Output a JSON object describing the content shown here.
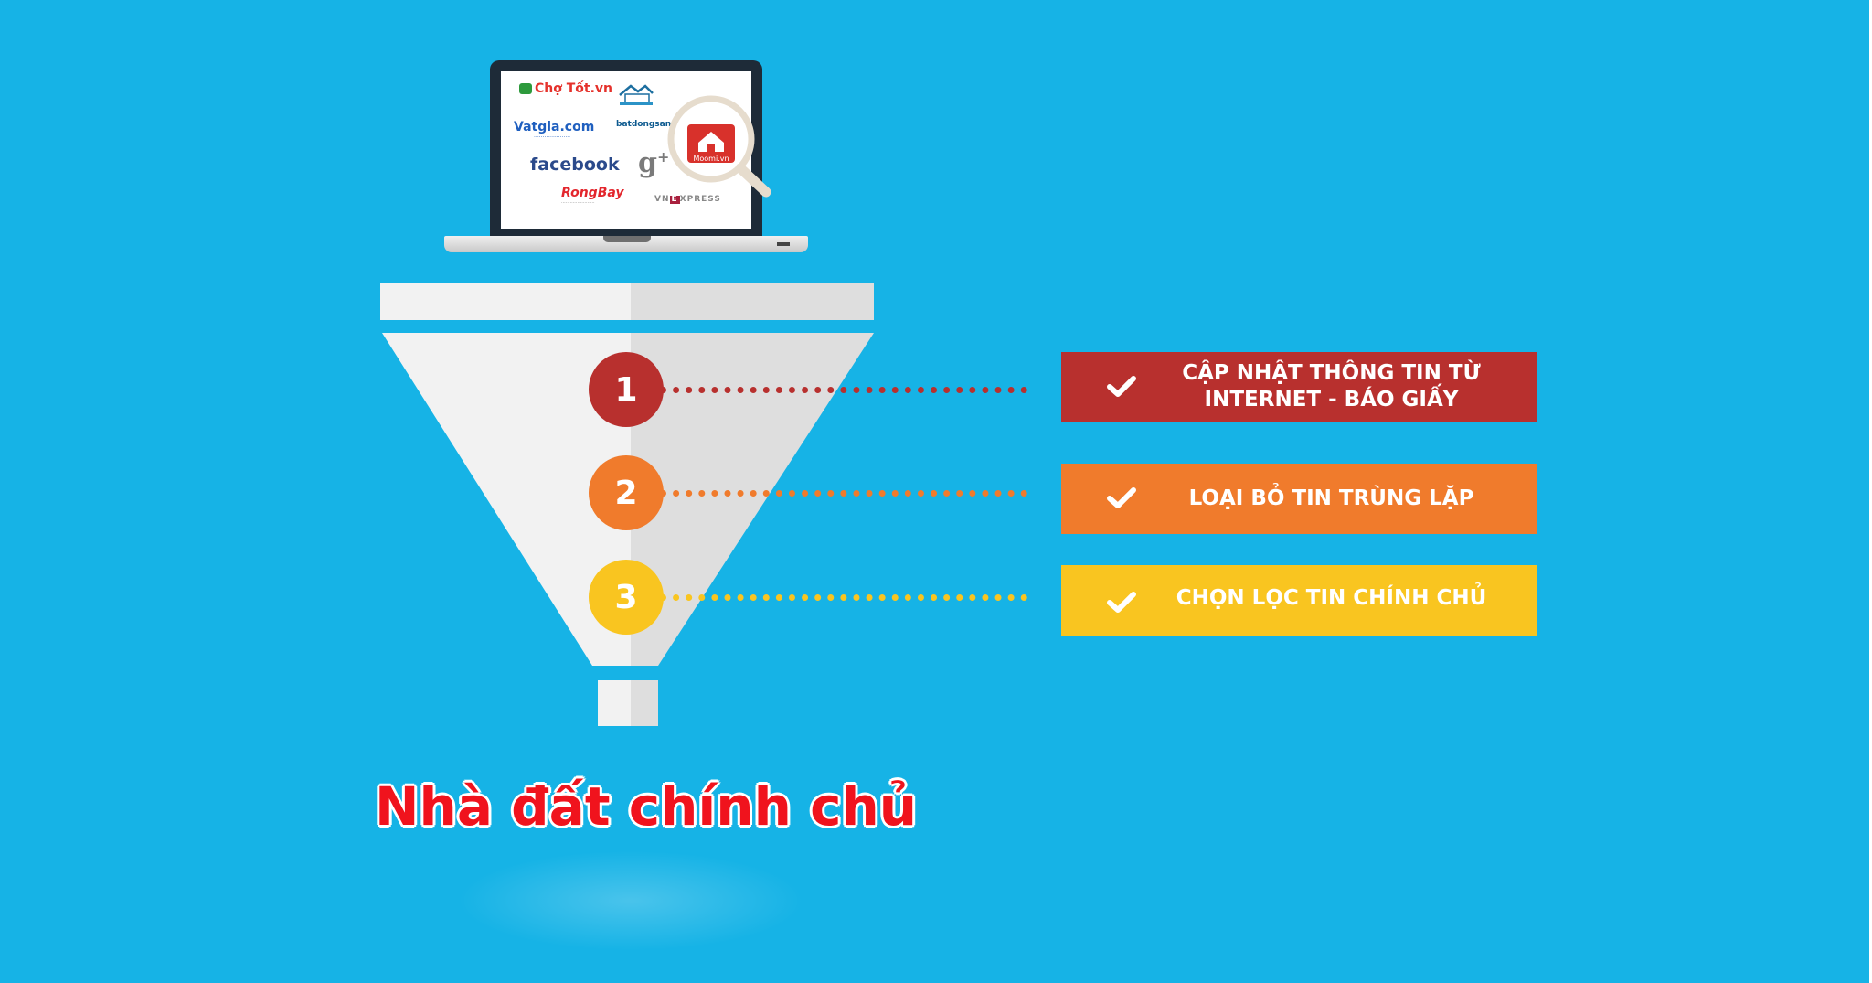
{
  "colors": {
    "background": "#16b3e6",
    "step1": "#b8302e",
    "step2": "#f07b2c",
    "step3": "#f9c520",
    "caption": "#f0131d"
  },
  "laptop": {
    "logos": {
      "chotot": "Chợ Tốt.vn",
      "vatgia": "Vatgia.com",
      "bds": "batdongsan",
      "facebook": "facebook",
      "gplus": "g",
      "gplus_plus": "+",
      "rongbay": "RongBay",
      "vnexpress_a": "VN",
      "vnexpress_b": "E",
      "vnexpress_c": "XPRESS",
      "moomi": "Moomi.vn"
    }
  },
  "steps": [
    {
      "number": "1",
      "label_line1": "CẬP NHẬT THÔNG TIN TỪ",
      "label_line2": "INTERNET - BÁO GIẤY",
      "icon": "check-icon"
    },
    {
      "number": "2",
      "label_line1": "LOẠI BỎ TIN TRÙNG LẶP",
      "label_line2": "",
      "icon": "check-icon"
    },
    {
      "number": "3",
      "label_line1": "CHỌN LỌC TIN CHÍNH CHỦ",
      "label_line2": "",
      "icon": "check-icon"
    }
  ],
  "caption": "Nhà đất chính chủ"
}
